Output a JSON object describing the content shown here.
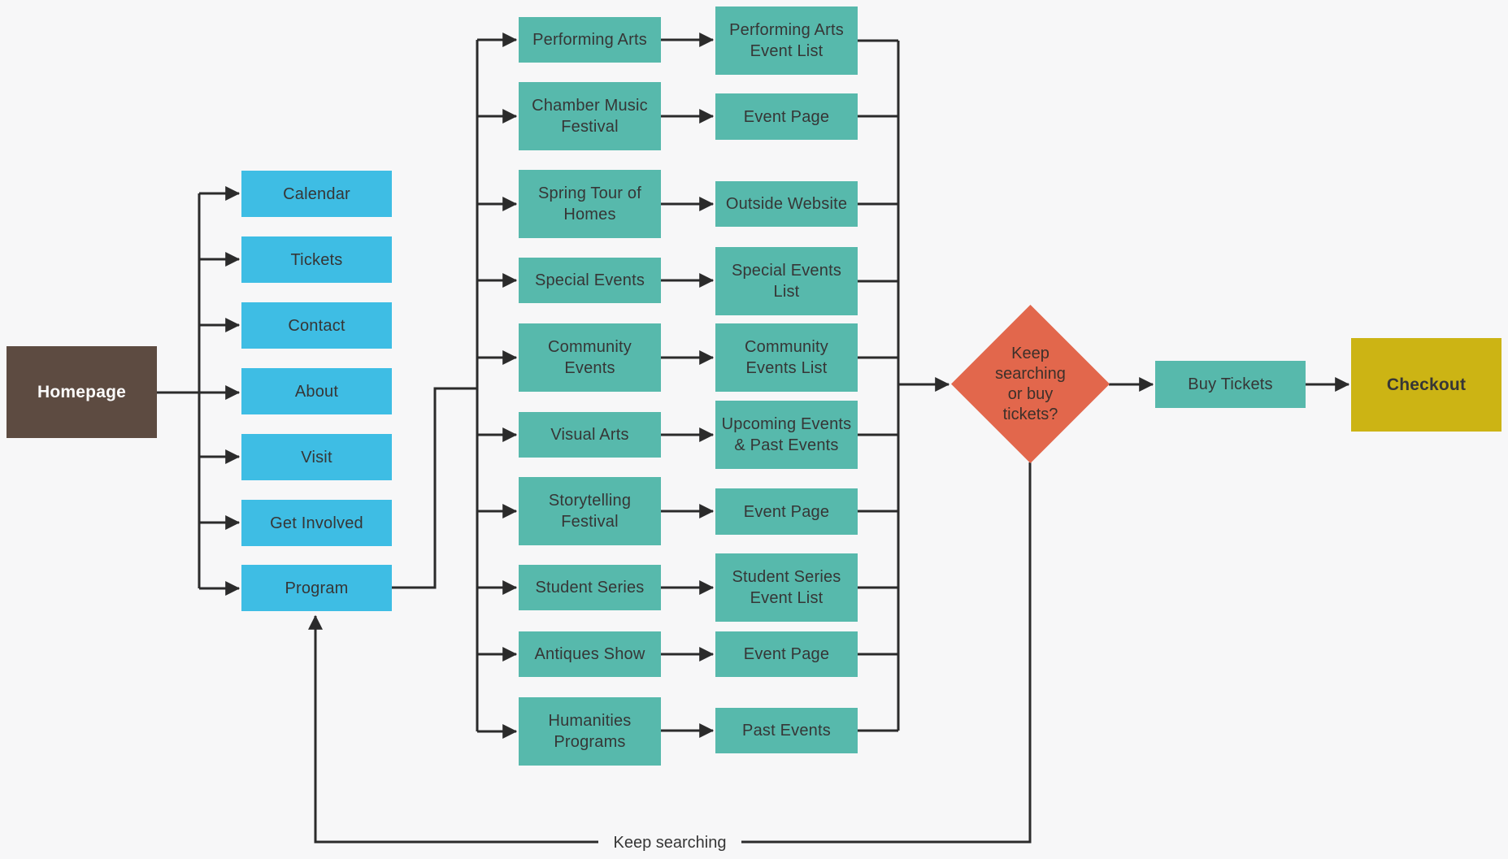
{
  "colors": {
    "background": "#f7f7f8",
    "line": "#2b2b2b",
    "blue": "#3ebde4",
    "teal": "#57b9ac",
    "brown": "#5d4b41",
    "orange": "#e2674c",
    "gold": "#ccb414",
    "text_dark": "#363636",
    "text_light": "#fbfbfb"
  },
  "nodes": {
    "homepage": {
      "label": "Homepage"
    },
    "level1": [
      {
        "label": "Calendar"
      },
      {
        "label": "Tickets"
      },
      {
        "label": "Contact"
      },
      {
        "label": "About"
      },
      {
        "label": "Visit"
      },
      {
        "label": "Get Involved"
      },
      {
        "label": "Program"
      }
    ],
    "program_rows": [
      {
        "category": "Performing Arts",
        "destination": "Performing Arts\nEvent List"
      },
      {
        "category": "Chamber Music\nFestival",
        "destination": "Event Page"
      },
      {
        "category": "Spring Tour of\nHomes",
        "destination": "Outside Website"
      },
      {
        "category": "Special Events",
        "destination": "Special Events\nList"
      },
      {
        "category": "Community\nEvents",
        "destination": "Community\nEvents List"
      },
      {
        "category": "Visual Arts",
        "destination": "Upcoming Events\n& Past Events"
      },
      {
        "category": "Storytelling\nFestival",
        "destination": "Event Page"
      },
      {
        "category": "Student Series",
        "destination": "Student Series\nEvent List"
      },
      {
        "category": "Antiques Show",
        "destination": "Event Page"
      },
      {
        "category": "Humanities\nPrograms",
        "destination": "Past Events"
      }
    ],
    "decision": {
      "label": "Keep\nsearching\nor buy\ntickets?"
    },
    "buy_tickets": {
      "label": "Buy Tickets"
    },
    "checkout": {
      "label": "Checkout"
    }
  },
  "loop": {
    "label": "Keep searching"
  }
}
